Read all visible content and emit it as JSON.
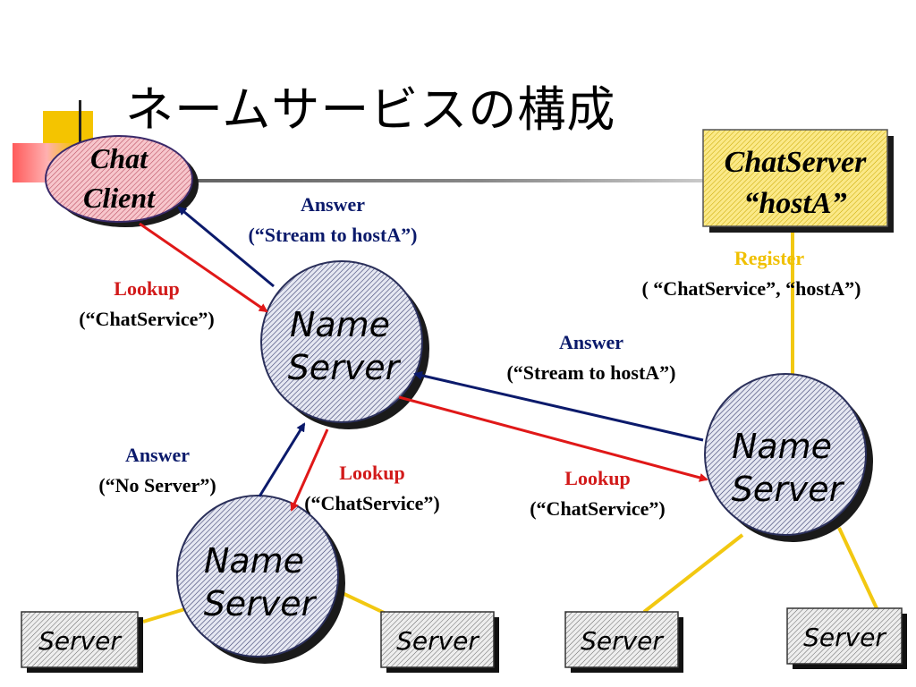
{
  "title": "ネームサービスの構成",
  "client": {
    "line1": "Chat",
    "line2": "Client"
  },
  "chat_server": {
    "line1": "ChatServer",
    "line2": "“hostA”"
  },
  "name_server": {
    "line1": "Name",
    "line2": "Server"
  },
  "server_box_label": "Server",
  "labels": {
    "answer1": {
      "title": "Answer",
      "detail": "(“Stream to hostA”)"
    },
    "lookup1": {
      "title": "Lookup",
      "detail": "(“ChatService”)"
    },
    "register": {
      "title": "Register",
      "detail": "( “ChatService”, “hostA”)"
    },
    "answer2": {
      "title": "Answer",
      "detail": "(“Stream to hostA”)"
    },
    "answer3": {
      "title": "Answer",
      "detail": "(“No Server”)"
    },
    "lookup2": {
      "title": "Lookup",
      "detail": "(“ChatService”)"
    },
    "lookup3": {
      "title": "Lookup",
      "detail": "(“ChatService”)"
    }
  },
  "colors": {
    "answer": "#0b1a6b",
    "lookup": "#e01818",
    "register": "#f0c000",
    "link": "#f2c811",
    "node_fill": "#d8dcec",
    "client_fill": "#f3b8c0",
    "chatserver_fill": "#f7e36a"
  }
}
